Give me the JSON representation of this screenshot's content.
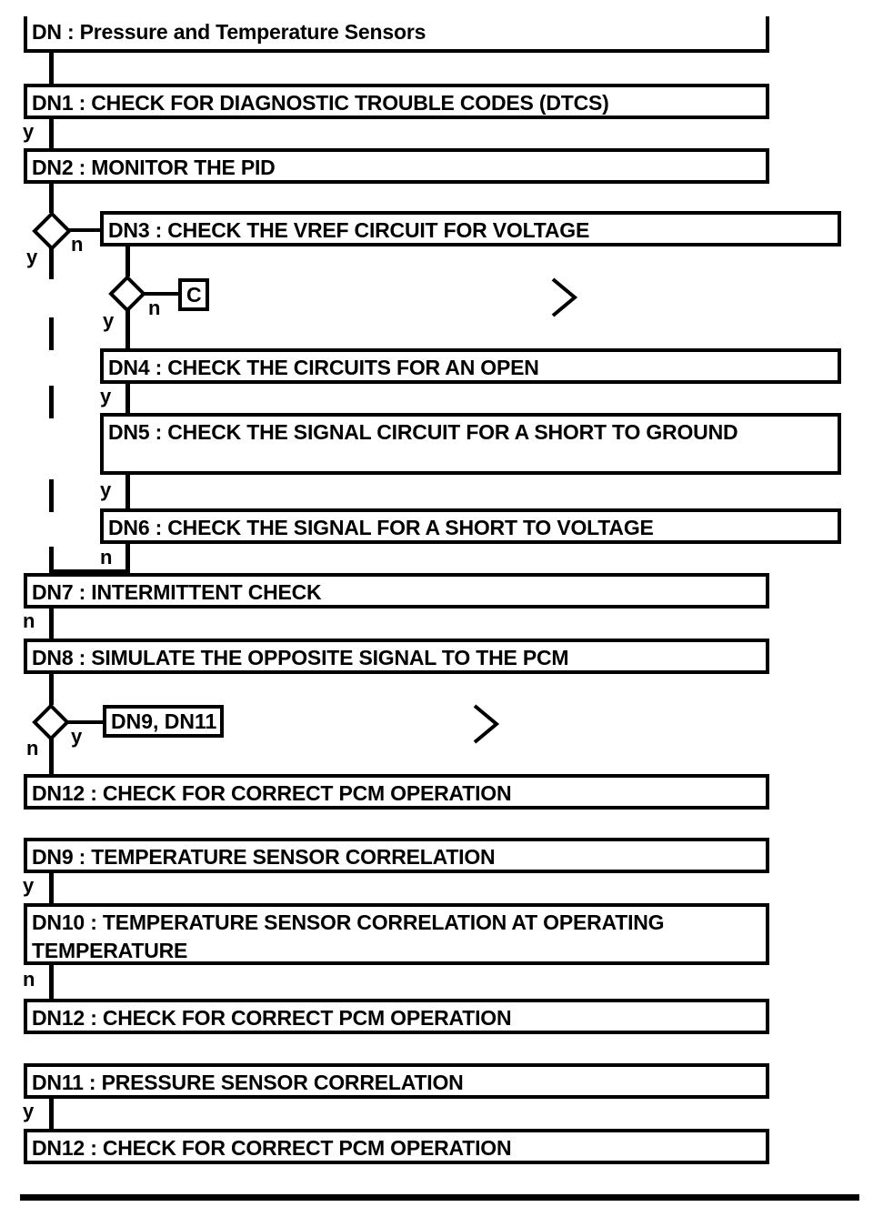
{
  "diagram": {
    "title": "DN : Pressure and Temperature Sensors",
    "type": "flowchart",
    "nodes": [
      {
        "id": "DN",
        "label": "DN : Pressure and Temperature Sensors"
      },
      {
        "id": "DN1",
        "label": "DN1 : CHECK FOR DIAGNOSTIC TROUBLE CODES (DTCS)"
      },
      {
        "id": "DN2",
        "label": "DN2 : MONITOR THE PID"
      },
      {
        "id": "DN3",
        "label": "DN3 : CHECK THE VREF CIRCUIT FOR VOLTAGE"
      },
      {
        "id": "DN4",
        "label": "DN4 : CHECK THE CIRCUITS FOR AN OPEN"
      },
      {
        "id": "DN5",
        "label": "DN5 : CHECK THE SIGNAL CIRCUIT FOR A SHORT TO GROUND"
      },
      {
        "id": "DN6",
        "label": "DN6 : CHECK THE SIGNAL FOR A SHORT TO VOLTAGE"
      },
      {
        "id": "DN7",
        "label": "DN7 : INTERMITTENT CHECK"
      },
      {
        "id": "DN8",
        "label": "DN8 : SIMULATE THE OPPOSITE SIGNAL TO THE PCM"
      },
      {
        "id": "DN12a",
        "label": "DN12 : CHECK FOR CORRECT PCM OPERATION"
      },
      {
        "id": "DN9",
        "label": "DN9 : TEMPERATURE SENSOR CORRELATION"
      },
      {
        "id": "DN10",
        "label": "DN10 : TEMPERATURE SENSOR CORRELATION AT OPERATING TEMPERATURE"
      },
      {
        "id": "DN12b",
        "label": "DN12 : CHECK FOR CORRECT PCM OPERATION"
      },
      {
        "id": "DN11",
        "label": "DN11 : PRESSURE SENSOR CORRELATION"
      },
      {
        "id": "DN12c",
        "label": "DN12 : CHECK FOR CORRECT PCM OPERATION"
      }
    ],
    "connectors": [
      {
        "id": "tag-c",
        "label": "C"
      },
      {
        "id": "tag-dn911",
        "label": "DN9, DN11"
      }
    ],
    "branch_labels": {
      "dn1_y": "y",
      "d1_y": "y",
      "d1_n": "n",
      "d2_y": "y",
      "d2_n": "n",
      "dn4_y": "y",
      "dn5_y": "y",
      "dn6_n": "n",
      "dn7_n": "n",
      "d3_y": "y",
      "d3_n": "n",
      "dn9_y": "y",
      "dn10_n": "n",
      "dn11_y": "y"
    },
    "colors": {
      "ink": "#000000",
      "paper": "#ffffff"
    }
  }
}
